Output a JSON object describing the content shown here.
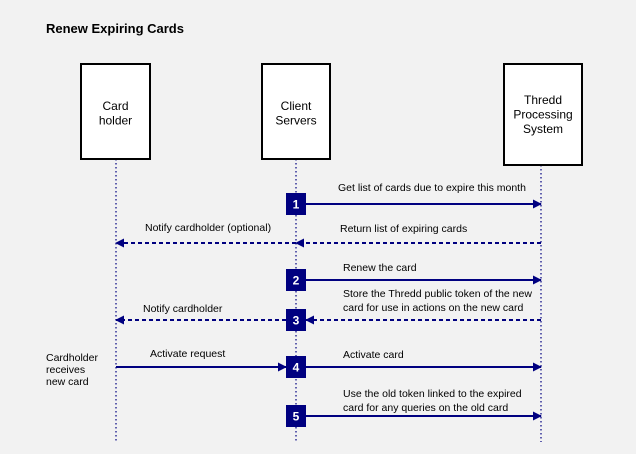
{
  "title": "Renew Expiring Cards",
  "colors": {
    "background": "#f2f2f2",
    "line": "#000080",
    "step_box": "#000080",
    "step_text": "#ffffff"
  },
  "participants": [
    {
      "id": "cardholder",
      "lines": [
        "Card",
        "holder"
      ]
    },
    {
      "id": "client-servers",
      "lines": [
        "Client",
        "Servers"
      ]
    },
    {
      "id": "thredd",
      "lines": [
        "Thredd",
        "Processing",
        "System"
      ]
    }
  ],
  "steps": [
    "1",
    "2",
    "3",
    "4",
    "5"
  ],
  "messages": [
    {
      "id": "get-list",
      "from": "client-servers",
      "to": "thredd",
      "style": "solid",
      "lines": [
        "Get list of cards due to expire this month"
      ]
    },
    {
      "id": "return-list",
      "from": "thredd",
      "to": "client-servers",
      "style": "dashed",
      "lines": [
        "Return list of expiring cards"
      ]
    },
    {
      "id": "notify-optional",
      "from": "client-servers",
      "to": "cardholder",
      "style": "dashed",
      "lines": [
        "Notify cardholder (optional)"
      ]
    },
    {
      "id": "renew",
      "from": "client-servers",
      "to": "thredd",
      "style": "solid",
      "lines": [
        "Renew the card"
      ]
    },
    {
      "id": "store-token",
      "from": "thredd",
      "to": "client-servers",
      "style": "dashed",
      "lines": [
        "Store the Thredd public token of the new",
        "card for use in actions on the new card"
      ]
    },
    {
      "id": "notify",
      "from": "client-servers",
      "to": "cardholder",
      "style": "dashed",
      "lines": [
        "Notify cardholder"
      ]
    },
    {
      "id": "activate-request",
      "from": "cardholder",
      "to": "client-servers",
      "style": "solid",
      "lines": [
        "Activate request"
      ]
    },
    {
      "id": "activate-card",
      "from": "client-servers",
      "to": "thredd",
      "style": "solid",
      "lines": [
        "Activate card"
      ]
    },
    {
      "id": "use-old-token",
      "from": "client-servers",
      "to": "thredd",
      "style": "solid",
      "lines": [
        "Use the old token linked to the expired",
        "card for any queries on the old card"
      ]
    }
  ],
  "side_note": [
    "Cardholder",
    "receives",
    "new card"
  ]
}
